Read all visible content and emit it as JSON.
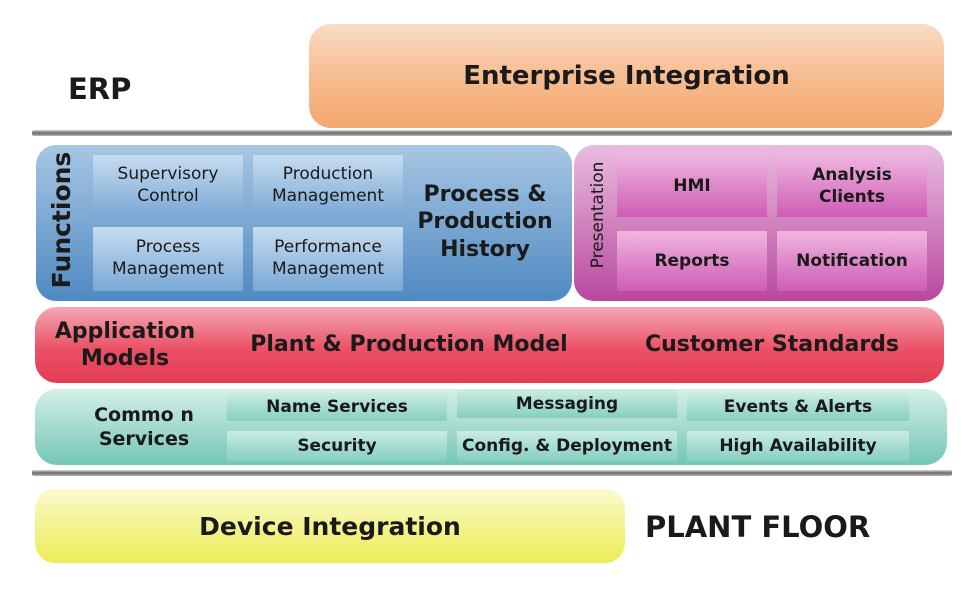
{
  "erp_label": "ERP",
  "enterprise_integration": "Enterprise Integration",
  "functions": {
    "label": "Functions",
    "supervisory_control": "Supervisory Control",
    "production_management": "Production Management",
    "process_management": "Process Management",
    "performance_management": "Performance Management",
    "process_production_history": "Process & Production History"
  },
  "presentation": {
    "label": "Presentation",
    "hmi": "HMI",
    "analysis_clients": "Analysis Clients",
    "reports": "Reports",
    "notification": "Notification"
  },
  "application_models": {
    "label": "Application Models",
    "plant_production_model": "Plant & Production Model",
    "customer_standards": "Customer Standards"
  },
  "common_services": {
    "label": "Commo n Services",
    "name_services": "Name Services",
    "messaging": "Messaging",
    "events_alerts": "Events & Alerts",
    "security": "Security",
    "config_deployment": "Config. & Deployment",
    "high_availability": "High Availability"
  },
  "device_integration": "Device Integration",
  "plant_floor_label": "PLANT FLOOR",
  "colors": {
    "enterprise": "#f7ba8c",
    "functions": "#4f89c2",
    "presentation": "#b9489e",
    "application_models": "#eb5167",
    "common_services": "#74c6b5",
    "device_integration": "#ecec56"
  }
}
